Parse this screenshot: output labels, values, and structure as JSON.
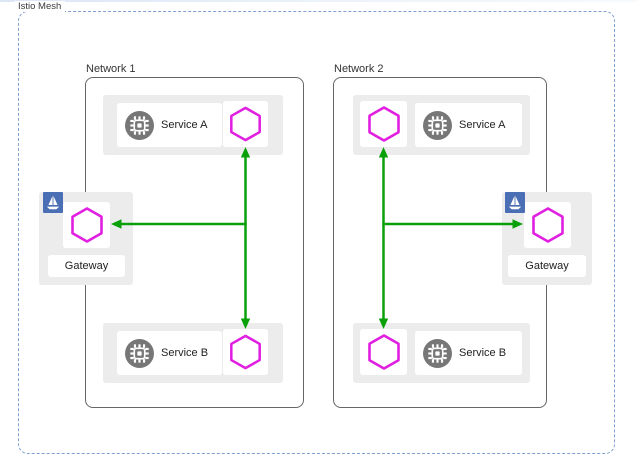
{
  "diagram": {
    "title": "Istio Mesh",
    "description": "Two-network Istio service mesh: each network has Service A and Service B with Envoy sidecar proxies connected to an Istio ingress gateway"
  },
  "colors": {
    "mesh_border": "#7fa0d1",
    "network_border": "#666666",
    "container_fill": "#ececec",
    "proxy_magenta": "#e11fe1",
    "arrow_green": "#0aa00a",
    "istio_blue": "#4a6fb5",
    "chip_gray": "#777777"
  },
  "networks": [
    {
      "label": "Network 1",
      "services": [
        {
          "label": "Service A",
          "icon": "microchip-icon",
          "proxy_icon": "envoy-hexagon-icon"
        },
        {
          "label": "Service B",
          "icon": "microchip-icon",
          "proxy_icon": "envoy-hexagon-icon"
        }
      ],
      "gateway": {
        "label": "Gateway",
        "badge_icon": "istio-sailboat-icon",
        "proxy_icon": "envoy-hexagon-icon"
      }
    },
    {
      "label": "Network 2",
      "services": [
        {
          "label": "Service A",
          "icon": "microchip-icon",
          "proxy_icon": "envoy-hexagon-icon"
        },
        {
          "label": "Service B",
          "icon": "microchip-icon",
          "proxy_icon": "envoy-hexagon-icon"
        }
      ],
      "gateway": {
        "label": "Gateway",
        "badge_icon": "istio-sailboat-icon",
        "proxy_icon": "envoy-hexagon-icon"
      }
    }
  ],
  "edges": [
    {
      "network": "Network 1",
      "from": "service-a-proxy",
      "to": "service-b-proxy",
      "arrows": "both-ends",
      "color": "#0aa00a"
    },
    {
      "network": "Network 1",
      "from": "proxy-trunk-junction",
      "to": "gateway-proxy",
      "arrows": "end",
      "color": "#0aa00a"
    },
    {
      "network": "Network 2",
      "from": "service-a-proxy",
      "to": "service-b-proxy",
      "arrows": "both-ends",
      "color": "#0aa00a"
    },
    {
      "network": "Network 2",
      "from": "proxy-trunk-junction",
      "to": "gateway-proxy",
      "arrows": "end",
      "color": "#0aa00a"
    }
  ]
}
